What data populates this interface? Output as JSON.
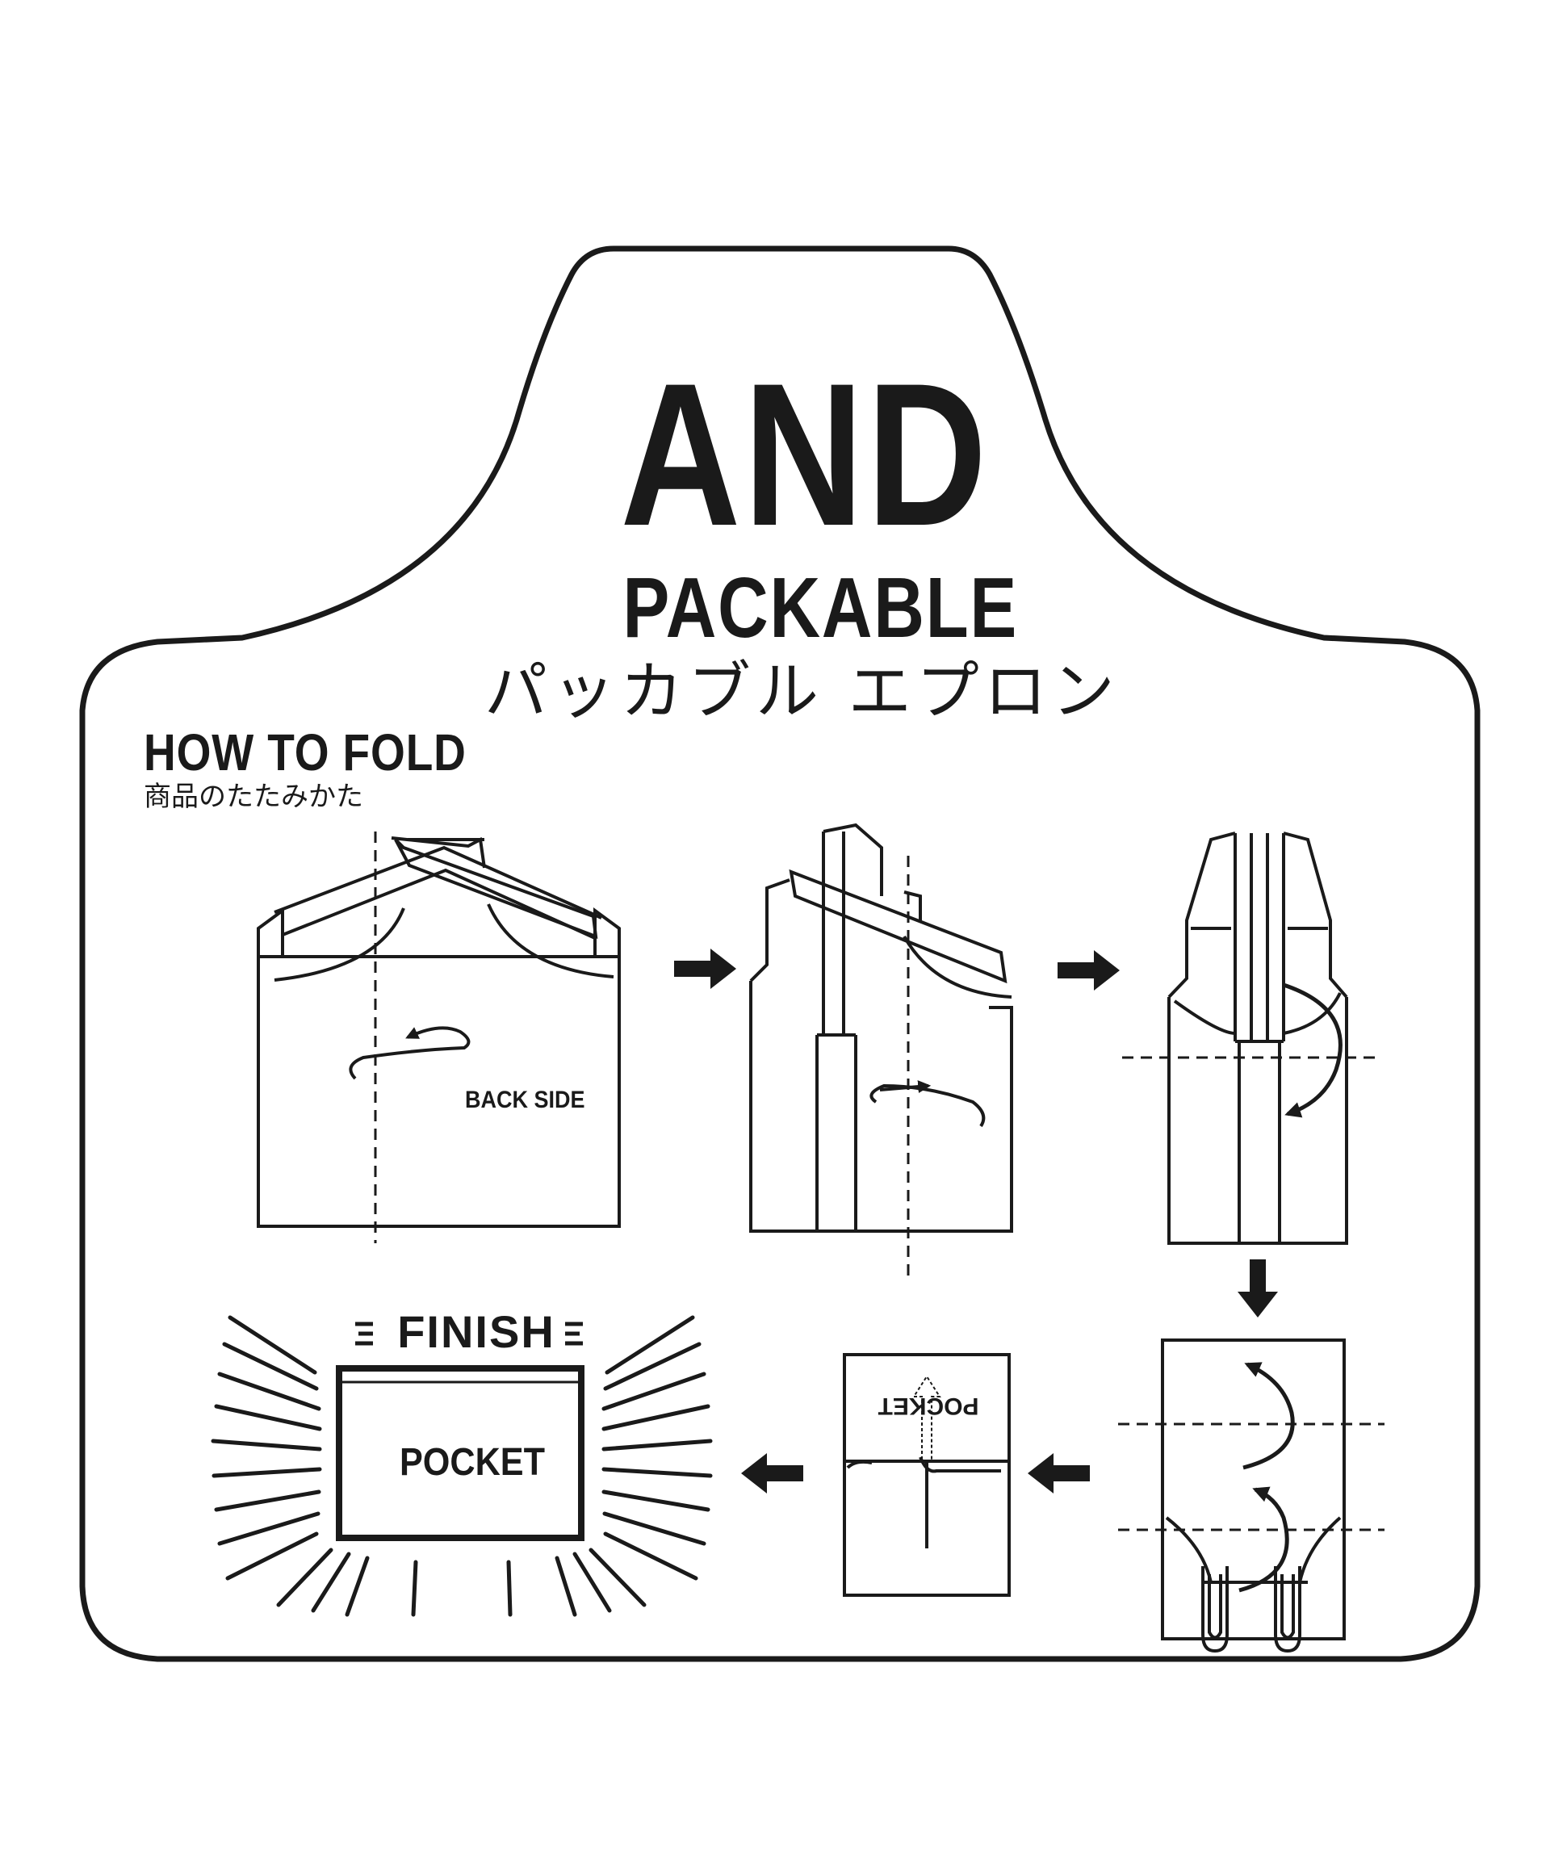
{
  "header": {
    "title_main": "AND",
    "title_sub": "PACKABLE",
    "title_jp": "パッカブル エプロン"
  },
  "instructions": {
    "heading": "HOW TO FOLD",
    "heading_jp": "商品のたたみかた",
    "step1_label": "BACK SIDE",
    "step5_label": "POCKET",
    "finish_label": "FINISH",
    "finish_pocket_label": "POCKET"
  },
  "colors": {
    "line": "#1a1a1a",
    "background": "#ffffff"
  }
}
